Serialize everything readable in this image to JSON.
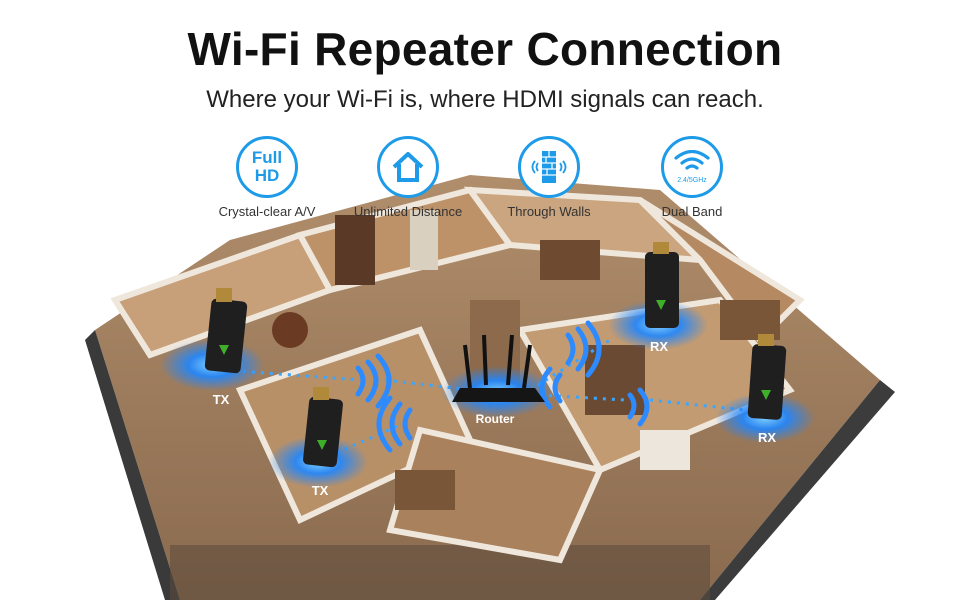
{
  "header": {
    "title": "Wi-Fi Repeater Connection",
    "subtitle": "Where your Wi-Fi is, where HDMI signals can reach."
  },
  "features": [
    {
      "icon": "full-hd-icon",
      "icon_text_1": "Full",
      "icon_text_2": "HD",
      "label": "Crystal-clear A/V"
    },
    {
      "icon": "house-icon",
      "label": "Unlimited Distance"
    },
    {
      "icon": "brick-wall-wave-icon",
      "label": "Through Walls"
    },
    {
      "icon": "wifi-icon",
      "icon_text": "2.4/5GHz",
      "label": "Dual Band"
    }
  ],
  "devices": {
    "tx_left": "TX",
    "tx_bottom": "TX",
    "rx_top": "RX",
    "rx_right": "RX",
    "router": "Router"
  },
  "colors": {
    "accent": "#1e9be8",
    "glow": "#2b8cff",
    "floor": "#c9a27a",
    "wall": "#e9e3da",
    "dongle": "#1f1f1f",
    "dongle_logo": "#3fae2a"
  }
}
